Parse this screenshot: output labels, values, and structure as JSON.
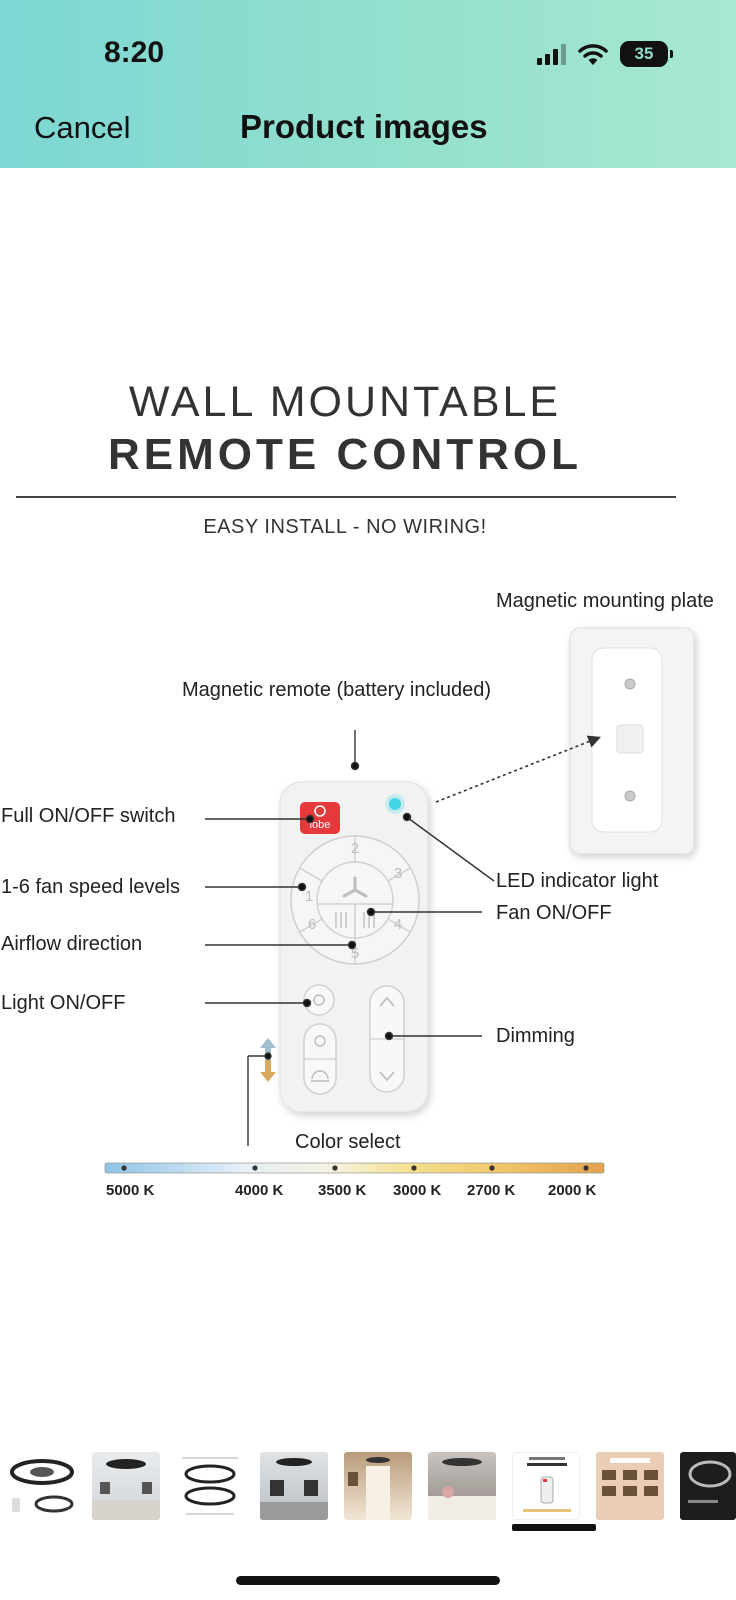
{
  "status_bar": {
    "time": "8:20",
    "battery": "35"
  },
  "nav": {
    "cancel_label": "Cancel",
    "title": "Product images"
  },
  "product_image": {
    "title_line1": "WALL MOUNTABLE",
    "title_line2": "REMOTE CONTROL",
    "subtitle": "EASY INSTALL - NO WIRING!",
    "callouts": {
      "mounting_plate": "Magnetic mounting plate",
      "magnetic_remote": "Magnetic remote (battery included)",
      "full_onoff": "Full ON/OFF switch",
      "fan_speeds": "1-6 fan speed levels",
      "airflow": "Airflow direction",
      "light_onoff": "Light ON/OFF",
      "led_indicator": "LED indicator light",
      "fan_onoff": "Fan ON/OFF",
      "dimming": "Dimming",
      "color_select": "Color select"
    },
    "remote": {
      "brand": "lobe",
      "speed_numbers": [
        "1",
        "2",
        "3",
        "4",
        "5",
        "6"
      ]
    },
    "color_temps": [
      "5000 K",
      "4000 K",
      "3500 K",
      "3000 K",
      "2700 K",
      "2000 K"
    ]
  },
  "thumbnails": {
    "count": 9,
    "selected_index": 6
  },
  "colors": {
    "header_gradient_start": "#7dd7d4",
    "header_gradient_end": "#a8e8d2",
    "power_button": "#e6393b",
    "led": "#3fd6e8"
  }
}
